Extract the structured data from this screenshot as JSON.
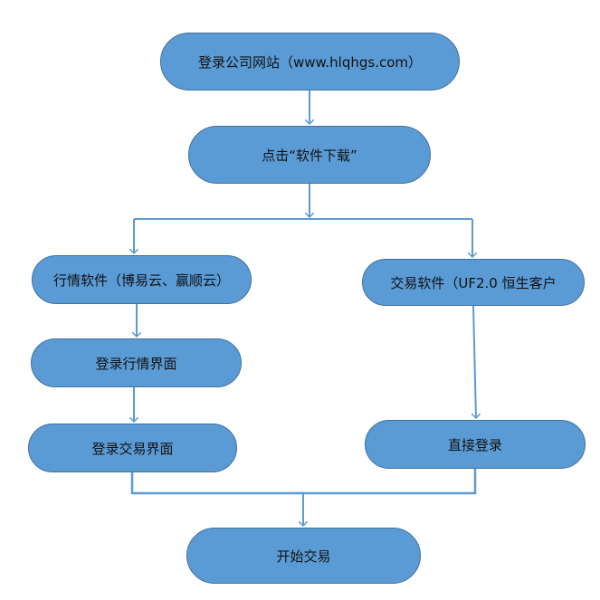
{
  "diagram": {
    "nodes": {
      "login_site": {
        "label": "登录公司网站（www.hlqhgs.com）"
      },
      "click_download": {
        "label": "点击“软件下载”"
      },
      "market_software": {
        "label": "行情软件（博易云、赢顺云）"
      },
      "trade_software": {
        "label": "交易软件（UF2.0 恒生客户"
      },
      "login_market": {
        "label": "登录行情界面"
      },
      "login_trade": {
        "label": "登录交易界面"
      },
      "direct_login": {
        "label": "直接登录"
      },
      "start_trading": {
        "label": "开始交易"
      }
    },
    "colors": {
      "node_fill": "#5b9bd5",
      "node_border": "#41719c",
      "connector": "#5b9bd5",
      "text": "#111111"
    }
  }
}
